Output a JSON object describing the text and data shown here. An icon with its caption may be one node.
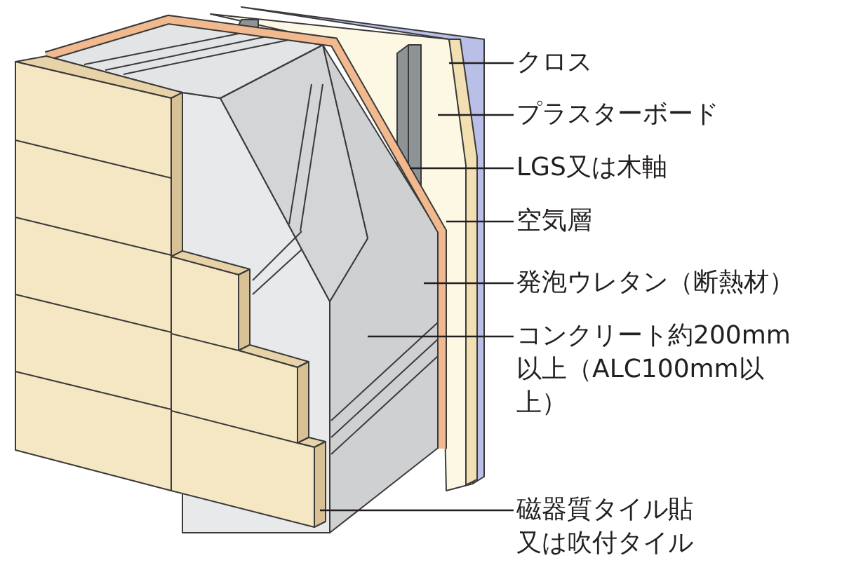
{
  "diagram": {
    "nodes": [
      {
        "text": [
          "クロス"
        ]
      },
      {
        "text": [
          "プラスターボード"
        ]
      },
      {
        "text": [
          "LGS又は木軸"
        ]
      },
      {
        "text": [
          "空気層"
        ]
      },
      {
        "text": [
          "発泡ウレタン（断熱材）"
        ]
      },
      {
        "text": [
          "コンクリート約200mm以上（ALC100mm以上）"
        ]
      },
      {
        "text": [
          "磁器質タイル貼又は吹付タイル"
        ]
      }
    ],
    "edges": [
      {
        "from": 0,
        "to": null,
        "arrow": "none"
      },
      {
        "from": 1,
        "to": null,
        "arrow": "none"
      },
      {
        "from": 2,
        "to": null,
        "arrow": "none"
      },
      {
        "from": 3,
        "to": null,
        "arrow": "none"
      },
      {
        "from": 4,
        "to": null,
        "arrow": "none"
      },
      {
        "from": 5,
        "to": null,
        "arrow": "none"
      },
      {
        "from": 6,
        "to": null,
        "arrow": "none"
      }
    ]
  }
}
